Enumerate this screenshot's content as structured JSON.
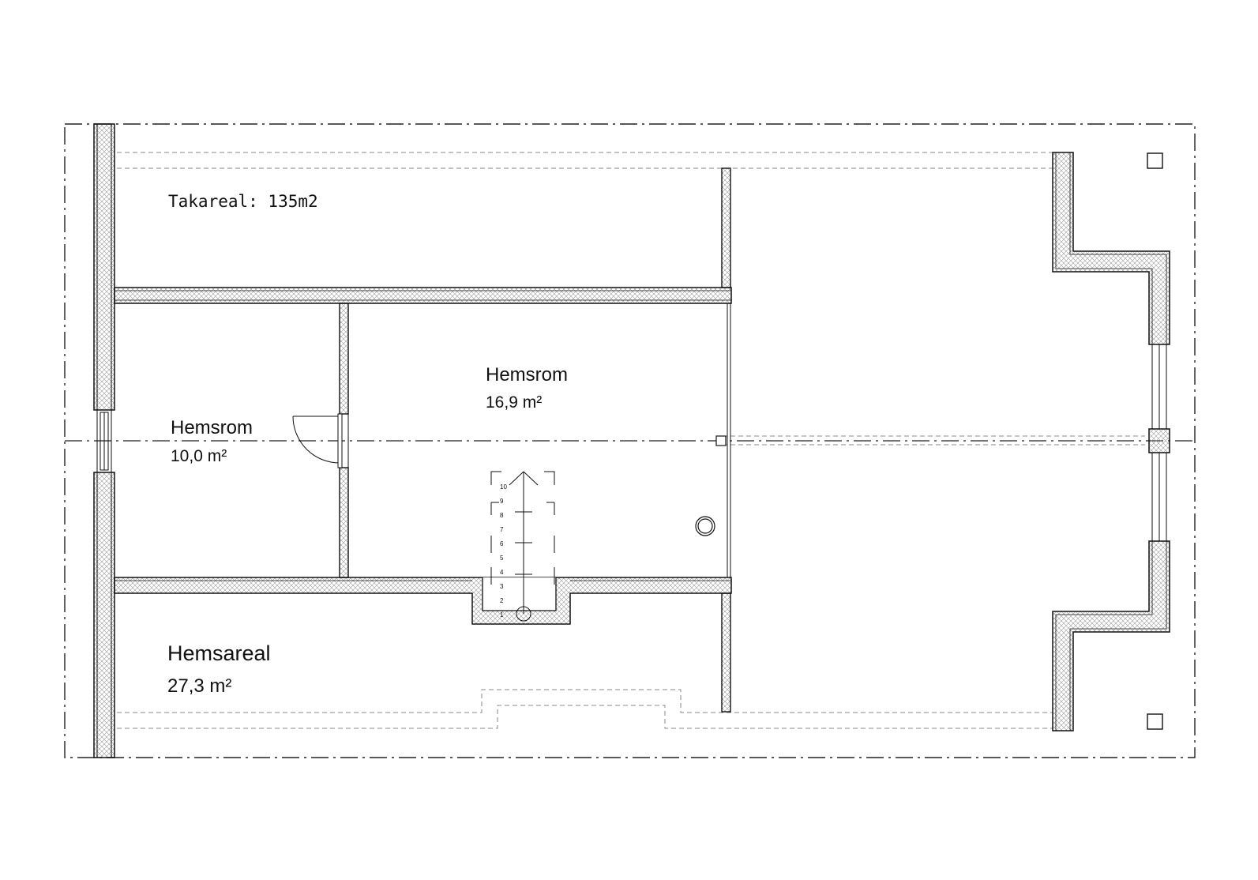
{
  "roof_area": {
    "text": "Takareal: 135m2"
  },
  "rooms": [
    {
      "name": "Hemsrom",
      "area": "10,0 m²"
    },
    {
      "name": "Hemsrom",
      "area": "16,9 m²"
    }
  ],
  "loft_area": {
    "name": "Hemsareal",
    "area": "27,3 m²"
  },
  "stair": {
    "steps": [
      "1",
      "2",
      "3",
      "4",
      "5",
      "6",
      "7",
      "8",
      "9",
      "10"
    ]
  },
  "colors": {
    "line": "#111111",
    "hidden_line": "#888888",
    "hatch": "#9a9a9a"
  }
}
